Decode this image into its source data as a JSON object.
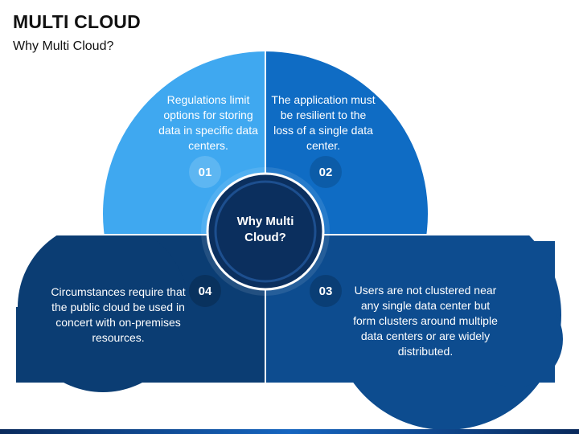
{
  "title": "MULTI CLOUD",
  "subtitle": "Why Multi Cloud?",
  "center": {
    "label": "Why Multi Cloud?"
  },
  "quadrants": [
    {
      "number": "01",
      "text": "Regulations limit options for storing data in specific data centers.",
      "color": "#3fa8f0"
    },
    {
      "number": "02",
      "text": "The application must be resilient to the loss of a single data center.",
      "color": "#0f6cc4"
    },
    {
      "number": "03",
      "text": "Users are not clustered near any single data center but form clusters around multiple data centers or are widely distributed.",
      "color": "#0d4c8f"
    },
    {
      "number": "04",
      "text": "Circumstances require that the public cloud be used in concert with on-premises resources.",
      "color": "#0b3d73"
    }
  ],
  "colors": {
    "center_circle": "#0b2f5e",
    "center_ring": "#ffffff",
    "footer_bar": "#1565c0"
  }
}
